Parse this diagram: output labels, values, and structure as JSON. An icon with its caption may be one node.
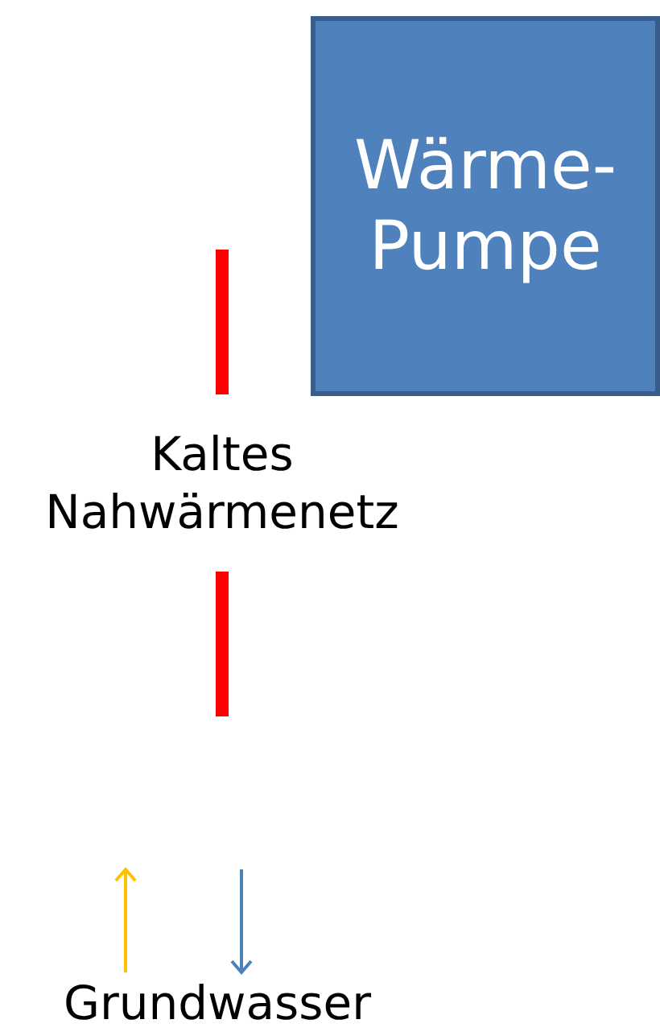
{
  "diagram": {
    "nodes": [
      {
        "text": [
          "Wärme-Pumpe"
        ]
      },
      {
        "text": [
          "Kaltes Nahwärmenetz"
        ]
      },
      {
        "text": [
          "Grundwasser"
        ]
      }
    ],
    "edges": [
      {
        "from": null,
        "to": 1,
        "arrow": "none",
        "style": "thick",
        "color": "#ff0000"
      },
      {
        "from": 1,
        "to": null,
        "arrow": "none",
        "style": "thick",
        "color": "#ff0000"
      },
      {
        "from": 2,
        "to": null,
        "arrow": "to",
        "color": "#ffc000"
      },
      {
        "from": null,
        "to": 2,
        "arrow": "to",
        "color": "#4f81bd"
      }
    ]
  }
}
